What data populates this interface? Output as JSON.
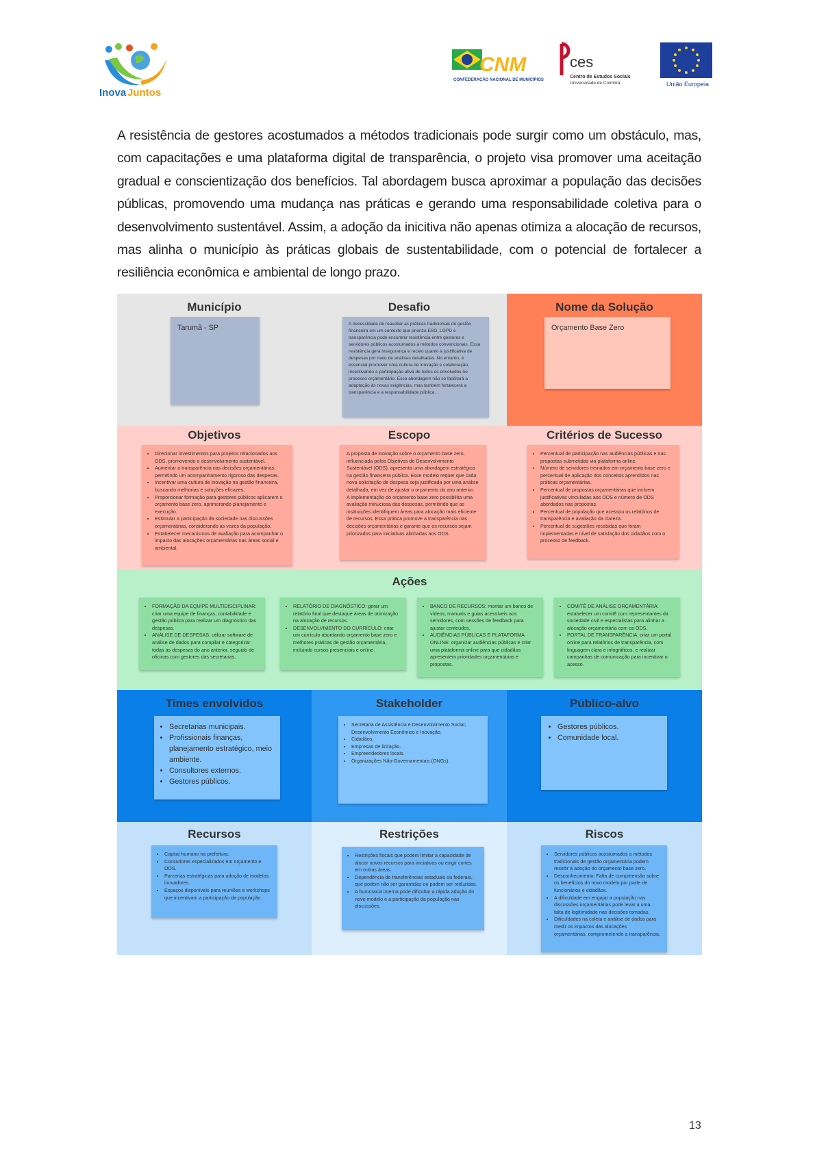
{
  "logos": {
    "left_text_inova": "Inova",
    "left_text_juntos": "Juntos",
    "cnm_text": "CNM",
    "cnm_sub": "CONFEDERAÇÃO NACIONAL DE MUNICÍPIOS",
    "ces_text": "ces",
    "ces_sub1": "Centro de Estudos Sociais",
    "ces_sub2": "Universidade de Coimbra",
    "eu_text": "União Europeia"
  },
  "intro_paragraph": "A resistência de gestores acostumados a métodos tradicionais pode surgir como um obstáculo, mas, com capacitações e uma plataforma digital de transparência, o projeto visa promover uma aceitação gradual e conscientização dos benefícios. Tal abordagem busca aproximar a população das decisões públicas, promovendo uma mudança nas práticas e gerando uma responsabilidade coletiva para o desenvolvimento sustentável. Assim, a adoção da inicitiva não apenas otimiza a alocação de recursos, mas alinha o município às práticas globais de sustentabilidade, com o potencial de fortalecer a resiliência econômica e ambiental de longo prazo.",
  "canvas": {
    "colors": {
      "grey_bg": "#e6e6e6",
      "grey_note": "#a9b8cf",
      "orange_bg": "#ff7f57",
      "orange_note": "#ffc6ba",
      "pink_bg": "#ffd0cb",
      "pink_note": "#ffaa9c",
      "green_bg": "#b7f0c9",
      "green_note": "#8fdfa3",
      "blue_bg": "#0b7fe8",
      "blue_light_bg": "#2f98f2",
      "blue_note": "#82c4fb",
      "sky_bg": "#c3e1fa",
      "sky_light_bg": "#ddeefd",
      "sky_note": "#6fb6f6"
    },
    "municipio": {
      "title": "Município",
      "note": "Tarumã - SP"
    },
    "desafio": {
      "title": "Desafio",
      "note": "A necessidade de reavaliar as práticas tradicionais de gestão financeira em um contexto que prioriza ESG, LGPD e transparência pode encontrar resistência entre gestores e servidores públicos acostumados a métodos convencionais. Essa resistência gera insegurança e receio quanto à justificativa de despesas por meio de análises detalhadas. No entanto, é essencial promover uma cultura de inovação e colaboração, incentivando a participação ativa de todos os envolvidos no processo orçamentário. Essa abordagem não só facilitará a adaptação às novas exigências, mas também fortalecerá a transparência e a responsabilidade pública."
    },
    "nome_solucao": {
      "title": "Nome da Solução",
      "note": "Orçamento Base Zero"
    },
    "objetivos": {
      "title": "Objetivos",
      "items": [
        "Direcionar investimentos para projetos relacionados aos ODS, promovendo o desenvolvimento sustentável.",
        "Aumentar a transparência nas decisões orçamentárias, permitindo um acompanhamento rigoroso das despesas.",
        "Incentivar uma cultura de inovação na gestão financeira, buscando melhorias e soluções eficazes.",
        "Proporcionar formação para gestores públicos aplicarem o orçamento base zero, aprimorando planejamento e execução.",
        "Estimular a participação da sociedade nas discussões orçamentárias, considerando as vozes da população.",
        "Estabelecer mecanismos de avaliação para acompanhar o impacto das alocações orçamentárias nas áreas social e ambiental."
      ]
    },
    "escopo": {
      "title": "Escopo",
      "paragraphs": [
        "A proposta de inovação sobre o orçamento base zero, influenciada pelos Objetivos de Desenvolvimento Sustentável (ODS), apresenta uma abordagem estratégica na gestão financeira pública. Esse modelo requer que cada nova solicitação de despesa seja justificada por uma análise detalhada, em vez de ajustar o orçamento do ano anterior.",
        "A implementação do orçamento base zero possibilita uma avaliação minuciosa das despesas, permitindo que as instituições identifiquem áreas para alocação mais eficiente de recursos. Essa prática promove a transparência nas decisões orçamentárias e garante que os recursos sejam priorizados para iniciativas alinhadas aos ODS."
      ]
    },
    "criterios": {
      "title": "Critérios de Sucesso",
      "items": [
        "Percentual de participação nas audiências públicas e nas propostas submetidas via plataforma online.",
        "Número de servidores treinados em orçamento base zero e percentual de aplicação dos conceitos aprendidos nas práticas orçamentárias.",
        "Percentual de propostas orçamentárias que incluem justificativas vinculadas aos ODS e número de ODS abordados nas propostas.",
        "Percentual de população que acessou os relatórios de transparência e avaliação da clareza.",
        "Percentual de sugestões recebidas que foram implementadas e nível de satisfação dos cidadãos com o processo de feedback."
      ]
    },
    "acoes": {
      "title": "Ações",
      "notes": [
        [
          "FORMAÇÃO DA EQUIPE MULTIDISCIPLINAR: criar uma equipe de finanças, contabilidade e gestão pública para realizar um diagnóstico das despesas.",
          "ANÁLISE DE DESPESAS: utilizar software de análise de dados para compilar e categorizar todas as despesas do ano anterior, seguido de oficinas com gestores das secretarias."
        ],
        [
          "RELATÓRIO DE DIAGNÓSTICO: gerar um relatório final que destaque áreas de otimização na alocação de recursos.",
          "DESENVOLVIMENTO DO CURRÍCULO: criar um currículo abordando orçamento base zero e melhores práticas de gestão orçamentária, incluindo cursos presenciais e online."
        ],
        [
          "BANCO DE RECURSOS: montar um banco de vídeos, manuais e guias acessíveis aos servidores, com sessões de feedback para ajustar conteúdos.",
          "AUDIÊNCIAS PÚBLICAS E PLATAFORMA ONLINE: organizar audiências públicas e criar uma plataforma online para que cidadãos apresentem prioridades orçamentárias e propostas."
        ],
        [
          "COMITÊ DE ANÁLISE ORÇAMENTÁRIA: estabelecer um comitê com representantes da sociedade civil e especialistas para alinhar a alocação orçamentária com os ODS.",
          "PORTAL DE TRANSPARÊNCIA: criar um portal online para relatórios de transparência, com linguagem clara e infográficos, e realizar campanhas de comunicação para incentivar o acesso."
        ]
      ]
    },
    "times": {
      "title": "Times envolvidos",
      "items": [
        "Secretarias municipais.",
        "Profissionais finanças, planejamento estratégico, meio ambiente.",
        "Consultores externos.",
        "Gestores públicos."
      ]
    },
    "stakeholder": {
      "title": "Stakeholder",
      "items": [
        "Secretaria de Assistência e Desenvolvimento Social; Desenvolvimento Econômico e Inovação.",
        "Cidadãos.",
        "Empresas de licitação.",
        "Empreendedores locais.",
        "Organizações Não-Governamentais (ONGs)."
      ]
    },
    "publico": {
      "title": "Público-alvo",
      "items": [
        "Gestores públicos.",
        "Comunidade local."
      ]
    },
    "recursos": {
      "title": "Recursos",
      "items": [
        "Capital humano na prefeitura.",
        "Consultores especializados em orçamento e ODS.",
        "Parcerias estratégicas para adoção de modelos inovadores.",
        "Espaços disponíveis para reuniões e workshops que incentivam a participação da população."
      ]
    },
    "restricoes": {
      "title": "Restrições",
      "items": [
        "Restrições fiscais que podem limitar a capacidade de alocar novos recursos para iniciativas ou exigir cortes em outras áreas.",
        "Dependência de transferências estaduais ou federais, que podem não ser garantidas ou podem ser reduzidas.",
        "A burocracia interna pode dificultar a rápida adoção do novo modelo e a participação da população nas discussões."
      ]
    },
    "riscos": {
      "title": "Riscos",
      "items": [
        "Servidores públicos acostumados a métodos tradicionais de gestão orçamentária podem resistir à adoção do orçamento base zero.",
        "Desconhecimento: Falta de compreensão sobre os benefícios do novo modelo por parte de funcionários e cidadãos.",
        "A dificuldade em engajar a população nas discussões orçamentárias pode levar a uma falta de legitimidade nas decisões tomadas.",
        "Dificuldades na coleta e análise de dados para medir os impactos das alocações orçamentárias, comprometendo a transparência."
      ]
    }
  },
  "page_number": "13"
}
